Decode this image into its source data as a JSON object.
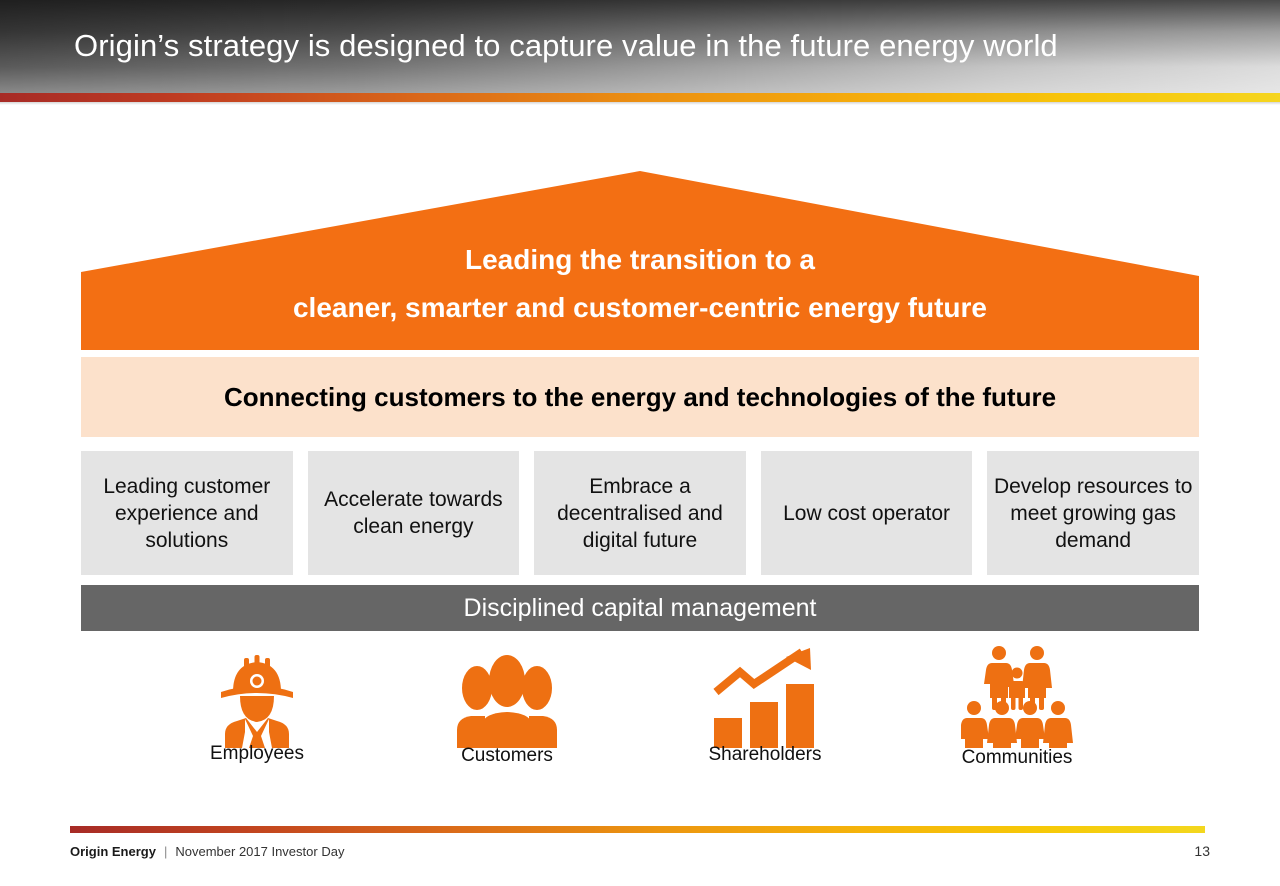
{
  "header": {
    "title": "Origin’s strategy is designed to capture value in the future energy world"
  },
  "house": {
    "roof": {
      "line1": "Leading the transition to a",
      "line2": "cleaner, smarter and customer-centric energy future",
      "color": "#f36f13"
    },
    "purpose_band": {
      "text": "Connecting customers to the energy and technologies of the future",
      "color": "#fce1cb"
    },
    "pillars": [
      {
        "text": "Leading customer experience and solutions"
      },
      {
        "text": "Accelerate towards clean energy"
      },
      {
        "text": "Embrace a decentralised and digital future"
      },
      {
        "text": "Low cost operator"
      },
      {
        "text": "Develop resources to meet growing gas demand"
      }
    ],
    "foundation_band": {
      "text": "Disciplined capital management",
      "color": "#666666"
    }
  },
  "stakeholders": [
    {
      "label": "Employees",
      "icon": "worker-hardhat-icon"
    },
    {
      "label": "Customers",
      "icon": "people-group-icon"
    },
    {
      "label": "Shareholders",
      "icon": "growth-chart-icon"
    },
    {
      "label": "Communities",
      "icon": "community-people-icon"
    }
  ],
  "footer": {
    "brand": "Origin Energy",
    "separator": "|",
    "meta": "November 2017 Investor Day",
    "page_number": "13"
  },
  "colors": {
    "accent_orange": "#f36f13",
    "cream": "#fce1cb",
    "pillar_gray": "#e4e4e4",
    "foundation_gray": "#666666",
    "rule_start": "#a72b26",
    "rule_end": "#f3d71e"
  }
}
